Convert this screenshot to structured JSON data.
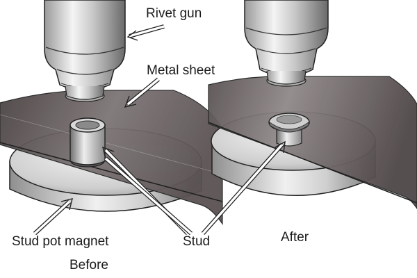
{
  "labels": {
    "rivet_gun": "Rivet gun",
    "metal_sheet": "Metal sheet",
    "stud_pot_magnet": "Stud pot magnet",
    "stud": "Stud",
    "after": "After",
    "before": "Before"
  },
  "colors": {
    "metal_light": "#f2f2f2",
    "metal_mid": "#b5b5b5",
    "metal_dark": "#6f6f6f",
    "sheet_dark": "#5a5050",
    "sheet_mid": "#8a8282",
    "outline": "#222222"
  }
}
